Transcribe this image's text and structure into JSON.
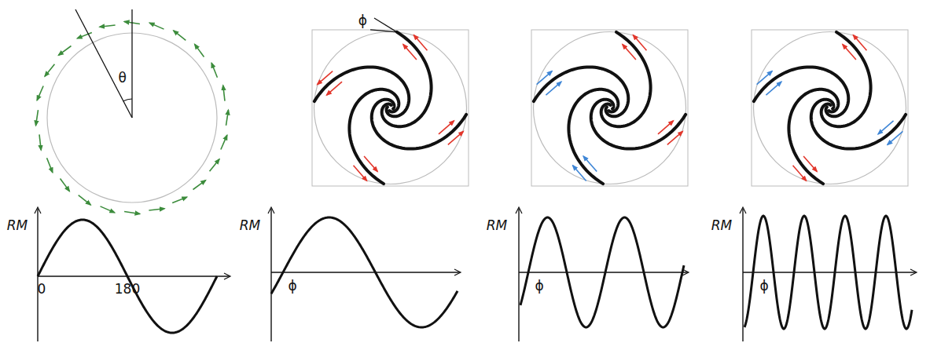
{
  "diagram": {
    "labels": [
      "θ",
      "ϕ",
      "RM",
      "0",
      "180",
      "RM",
      "ϕ",
      "RM",
      "ϕ",
      "RM",
      "ϕ"
    ]
  }
}
